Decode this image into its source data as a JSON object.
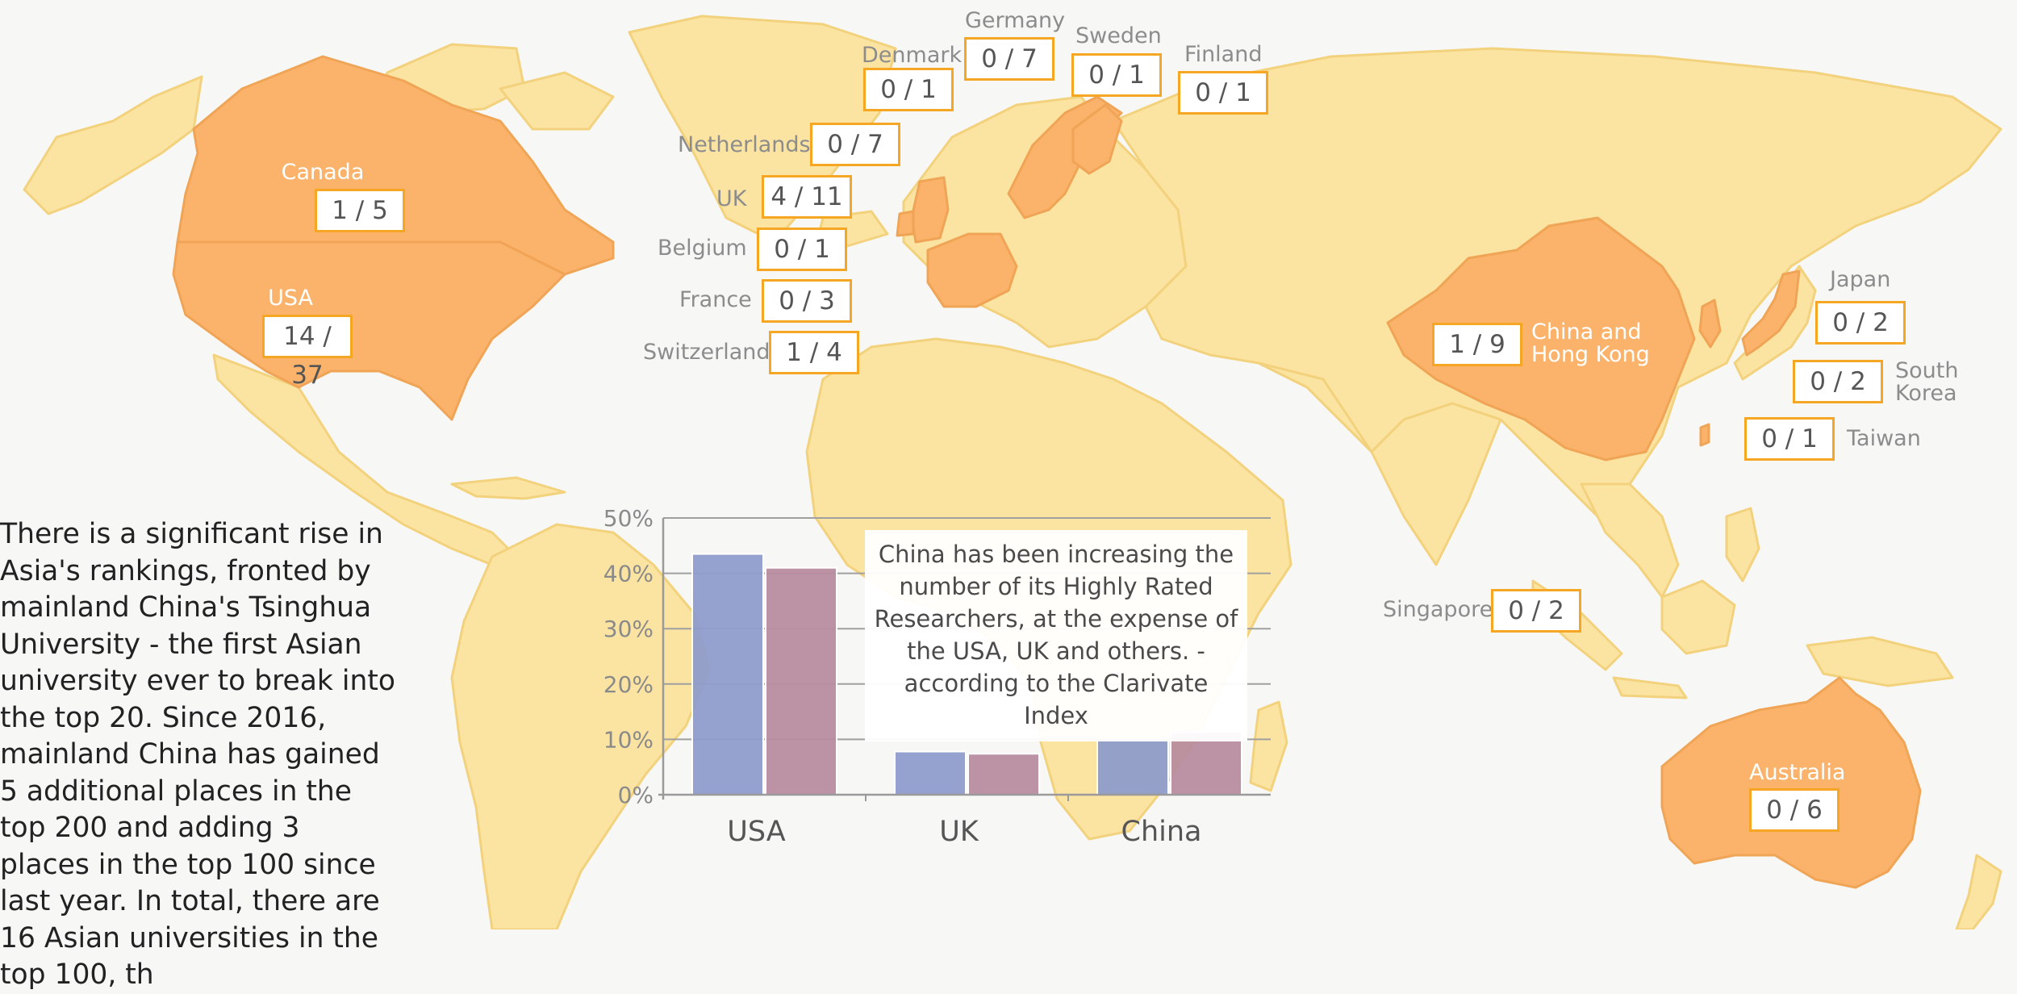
{
  "colors": {
    "land": "#fbe3a2",
    "highlight": "#fbb36b",
    "box_border": "#f5a623",
    "bar_blue": "#8f9ccb",
    "bar_mauve": "#b88d9f",
    "ocean": "#f7f7f5"
  },
  "countries": [
    {
      "id": "canada",
      "name": "Canada",
      "value": "1 / 5"
    },
    {
      "id": "usa",
      "name": "USA",
      "value": "14 / 37"
    },
    {
      "id": "denmark",
      "name": "Denmark",
      "value": "0 / 1"
    },
    {
      "id": "germany",
      "name": "Germany",
      "value": "0 / 7"
    },
    {
      "id": "sweden",
      "name": "Sweden",
      "value": "0 / 1"
    },
    {
      "id": "finland",
      "name": "Finland",
      "value": "0 / 1"
    },
    {
      "id": "netherlands",
      "name": "Netherlands",
      "value": "0 / 7"
    },
    {
      "id": "uk",
      "name": "UK",
      "value": "4 / 11"
    },
    {
      "id": "belgium",
      "name": "Belgium",
      "value": "0 / 1"
    },
    {
      "id": "france",
      "name": "France",
      "value": "0 / 3"
    },
    {
      "id": "switzerland",
      "name": "Switzerland",
      "value": "1 / 4"
    },
    {
      "id": "china",
      "name": "China and Hong Kong",
      "name_line1": "China and",
      "name_line2": "Hong Kong",
      "value": "1 / 9"
    },
    {
      "id": "japan",
      "name": "Japan",
      "value": "0 / 2"
    },
    {
      "id": "south_korea",
      "name": "South Korea",
      "name_line1": "South",
      "name_line2": "Korea",
      "value": "0 / 2"
    },
    {
      "id": "taiwan",
      "name": "Taiwan",
      "value": "0 / 1"
    },
    {
      "id": "singapore",
      "name": "Singapore",
      "value": "0 / 2"
    },
    {
      "id": "australia",
      "name": "Australia",
      "value": "0 / 6"
    }
  ],
  "intro_text": "There is a significant rise in Asia's rankings, fronted by mainland China's Tsinghua University - the first Asian university ever to break into the top 20. Since 2016, mainland China has gained 5 additional places in the top 200 and adding 3 places in the top 100 since last year. In total, there are 16 Asian universities in the top 100, th",
  "callout_text": "China has been increasing the number of its Highly Rated Researchers, at the expense of the USA, UK and others. - according to the Clarivate Index",
  "chart_data": {
    "type": "bar",
    "categories": [
      "USA",
      "UK",
      "China"
    ],
    "series": [
      {
        "values": [
          43.5,
          7.8,
          9.8
        ],
        "color": "#8f9ccb"
      },
      {
        "values": [
          41,
          7.4,
          11.3
        ],
        "color": "#b88d9f"
      }
    ],
    "ylim": [
      0,
      50
    ],
    "yticks": [
      0,
      10,
      20,
      30,
      40,
      50
    ],
    "ytick_labels": [
      "0%",
      "10%",
      "20%",
      "30%",
      "40%",
      "50%"
    ],
    "grid": true,
    "title": "",
    "xlabel": "",
    "ylabel": ""
  }
}
